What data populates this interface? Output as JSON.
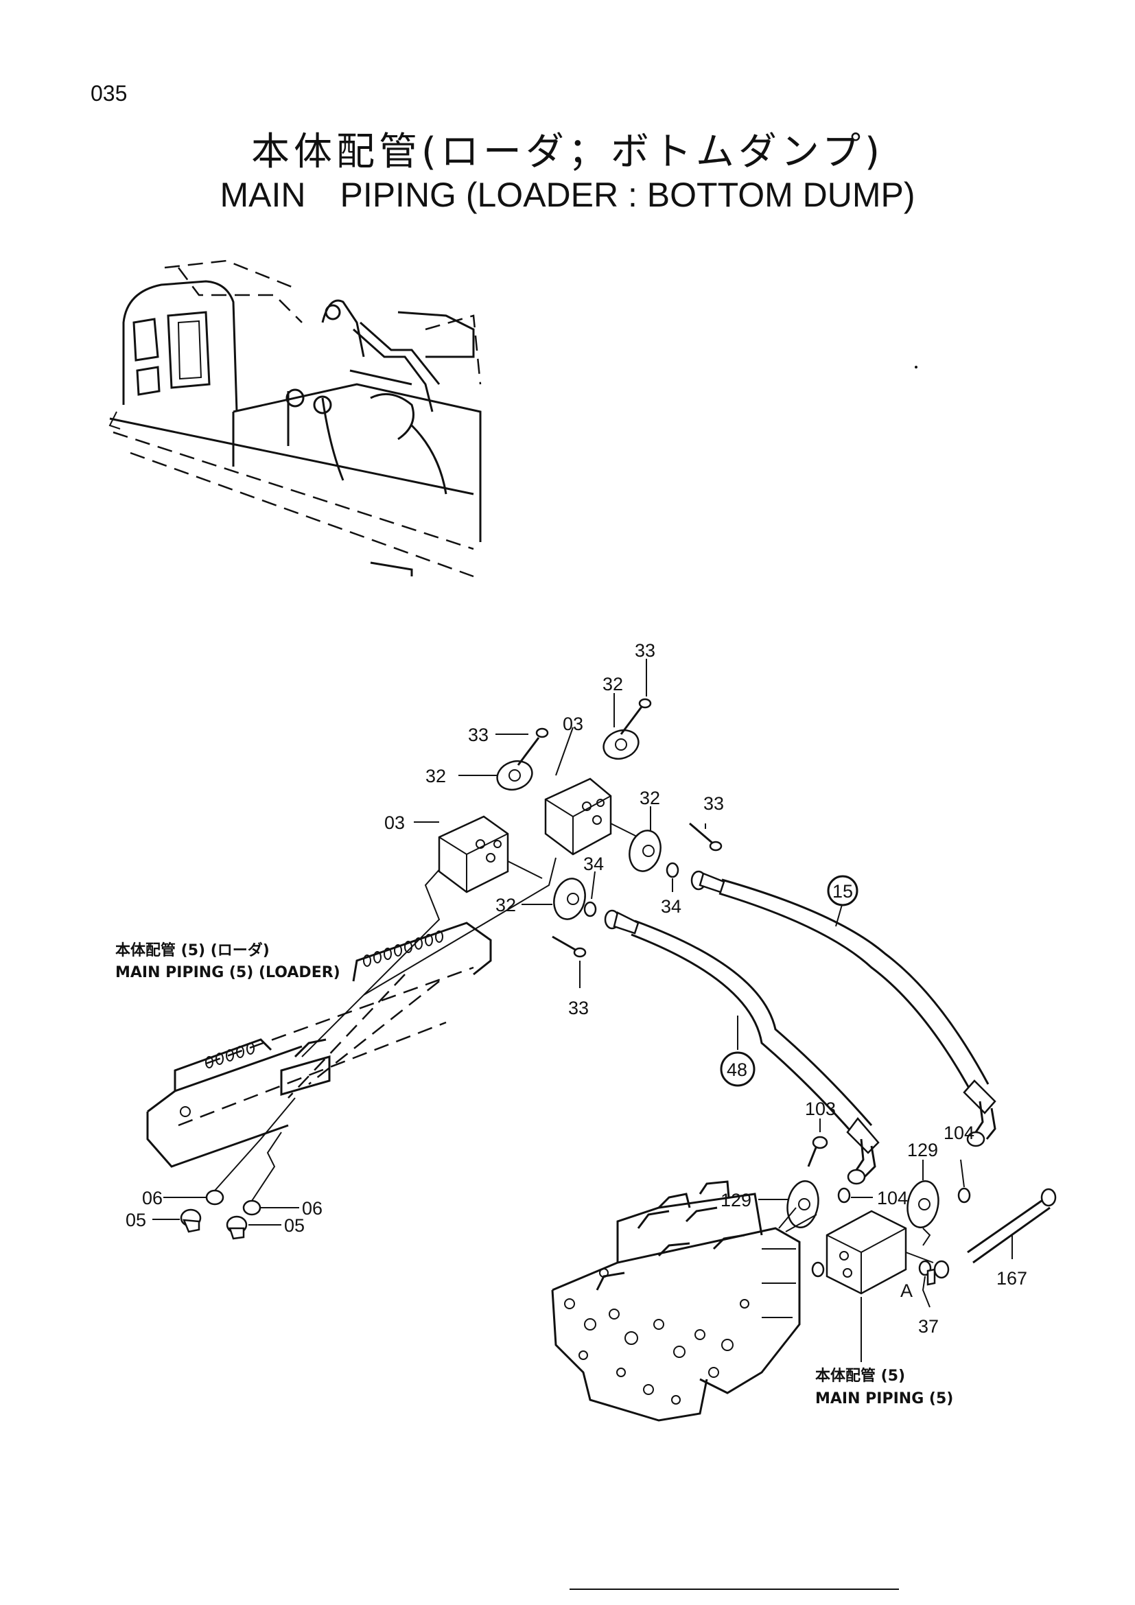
{
  "page": {
    "number": "035",
    "title_ja": "本体配管(ローダ；ボトムダンプ)",
    "title_en": "MAIN　PIPING (LOADER : BOTTOM DUMP)"
  },
  "callouts": {
    "c33a": "33",
    "c32a": "32",
    "c03a": "03",
    "c33b": "33",
    "c32b": "32",
    "c03b": "03",
    "c32c": "32",
    "c33c": "33",
    "c34a": "34",
    "c34b": "34",
    "c32d": "32",
    "c33d": "33",
    "c15": "15",
    "c48": "48",
    "c103": "103",
    "c129a": "129",
    "c104a": "104",
    "c129b": "129",
    "c104b": "104",
    "c167": "167",
    "c37": "37",
    "cA": "A",
    "c06a": "06",
    "c06b": "06",
    "c05a": "05",
    "c05b": "05"
  },
  "references": {
    "loader_ja": "本体配管 (5) (ローダ)",
    "loader_en": "MAIN PIPING (5) (LOADER)",
    "main_ja": "本体配管 (5)",
    "main_en": "MAIN PIPING (5)"
  }
}
